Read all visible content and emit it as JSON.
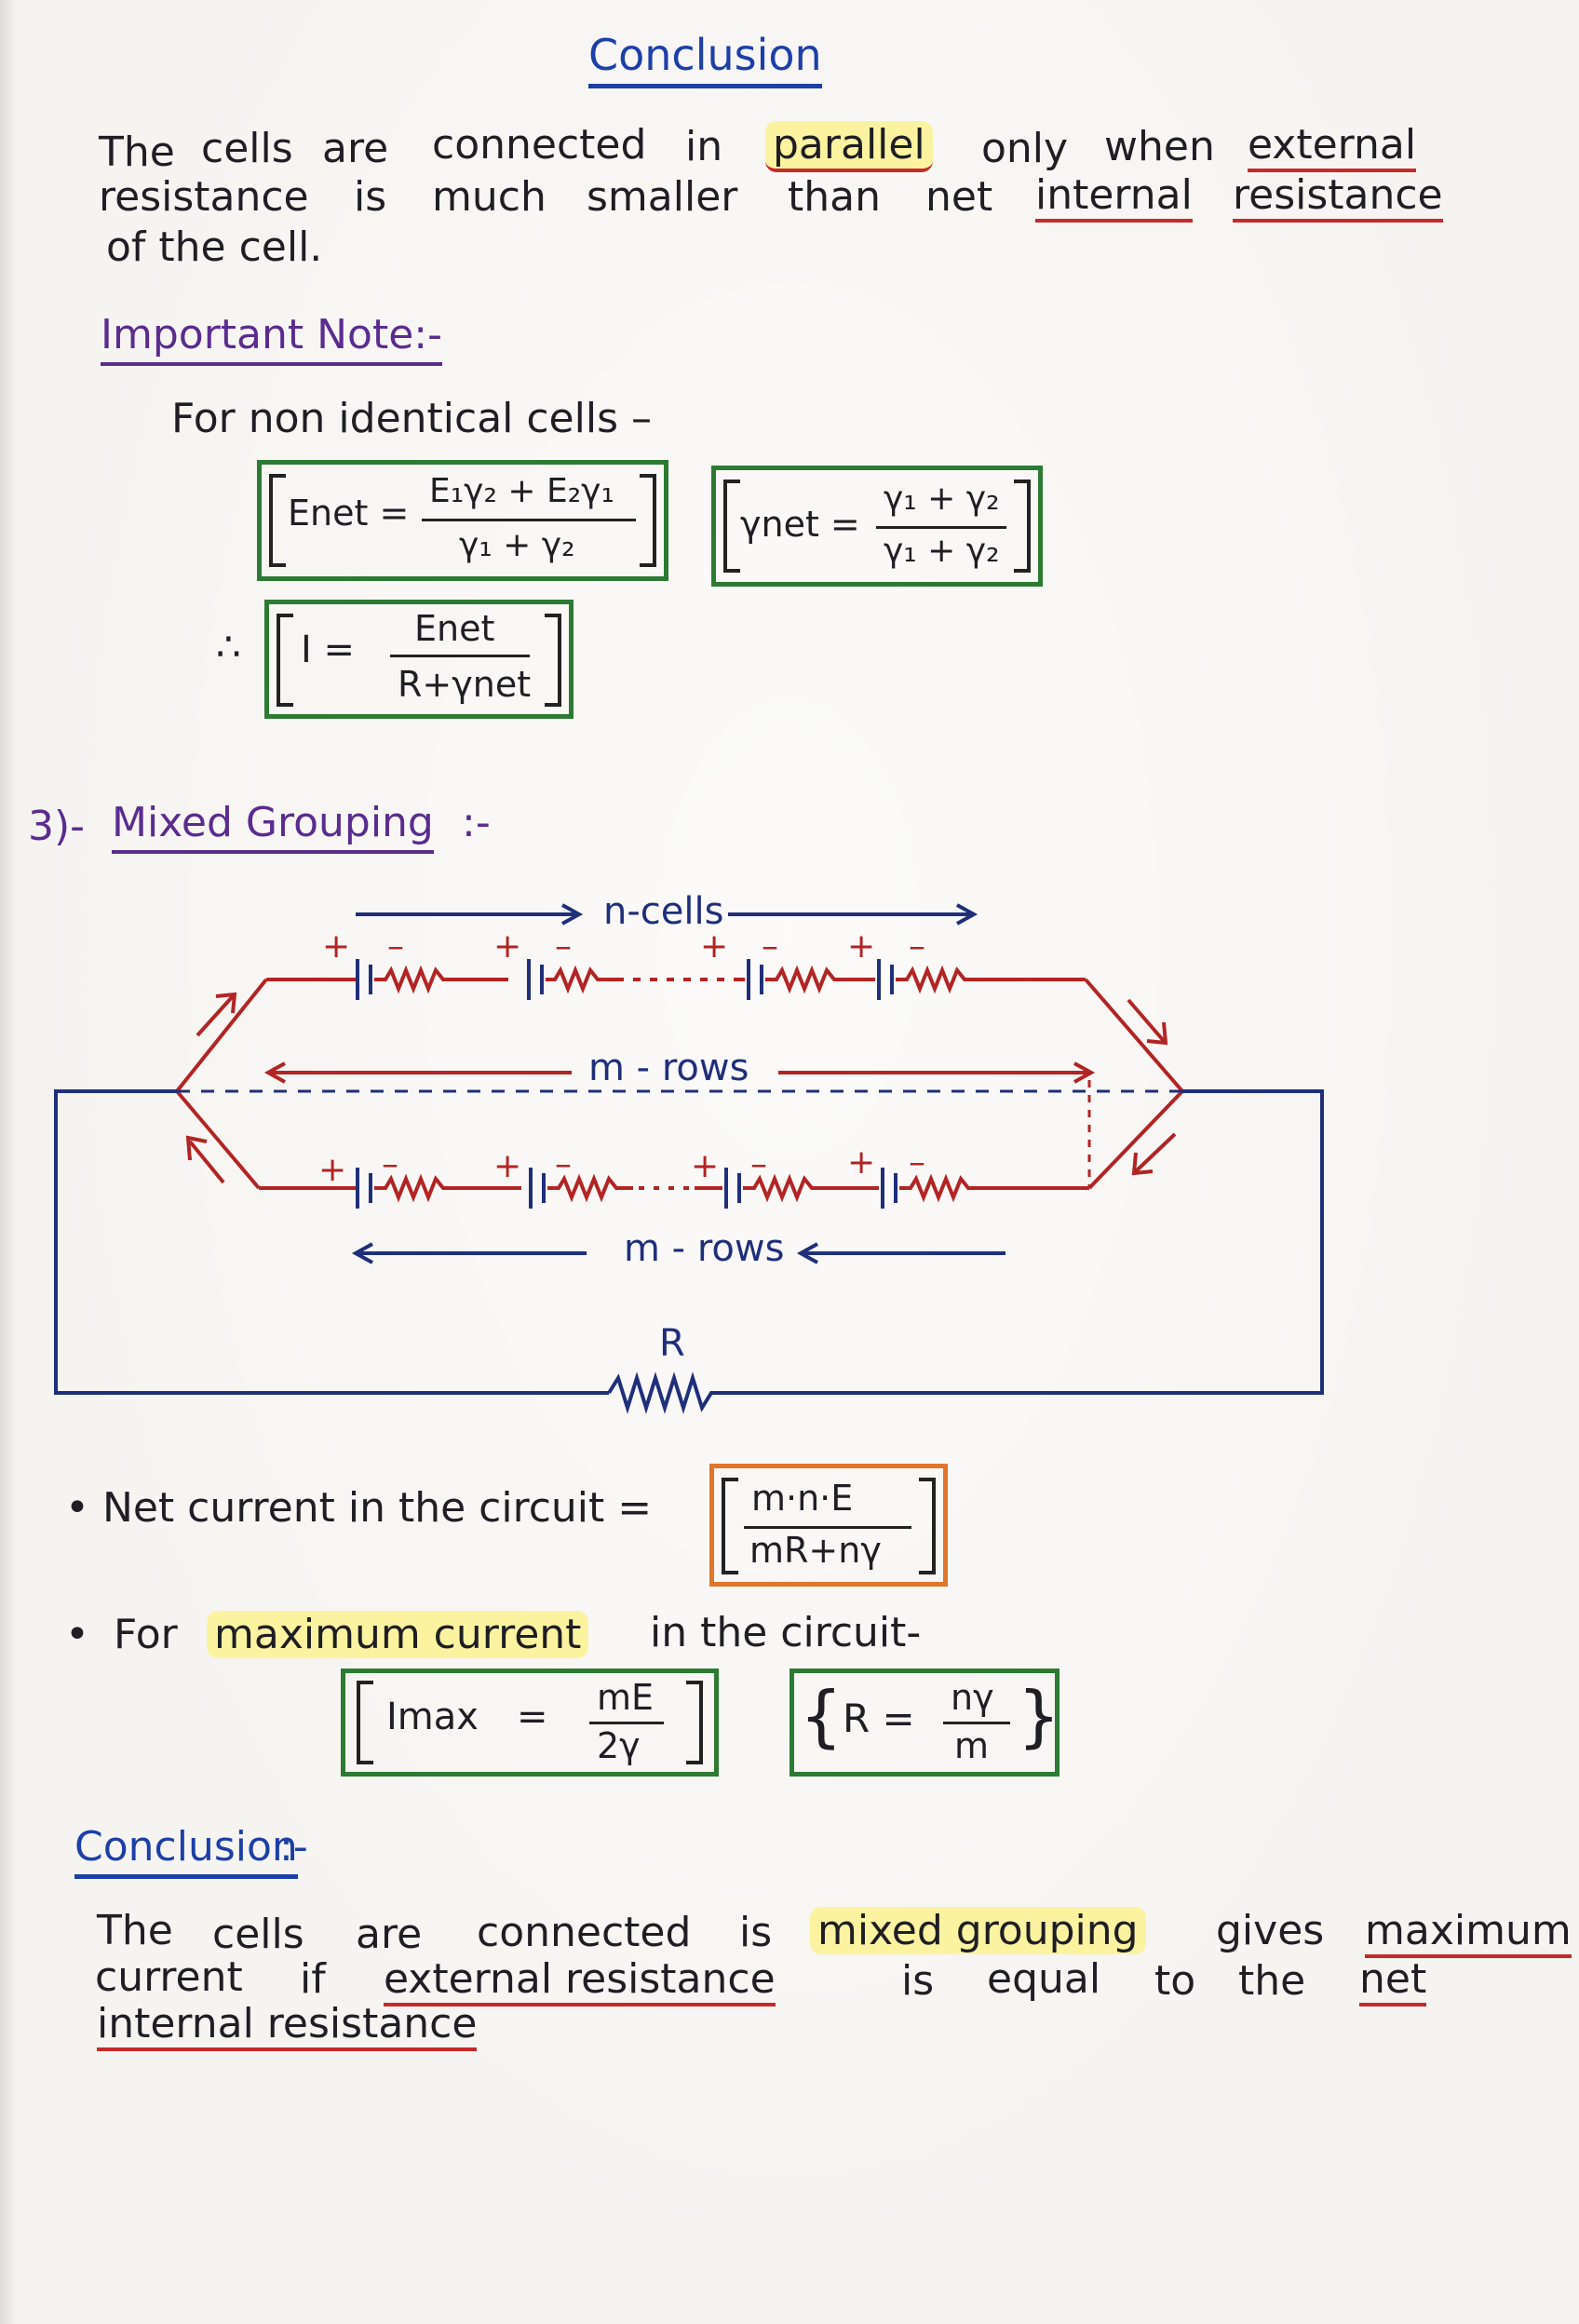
{
  "top_title": "Conclusion",
  "conclusion1": {
    "line1": {
      "w1": "The",
      "w2": "cells",
      "w3": "are",
      "w4": "connected",
      "w5": "in",
      "w6": "parallel",
      "w7": "only",
      "w8": "when",
      "w9": "external"
    },
    "line2": {
      "w1": "resistance",
      "w2": "is",
      "w3": "much",
      "w4": "smaller",
      "w5": "than",
      "w6": "net",
      "w7": "internal",
      "w8": "resistance"
    },
    "line3": "of  the  cell."
  },
  "important_note": "Important  Note:-",
  "non_identical": "For  non  identical  cells –",
  "formula_enet": {
    "lhs": "Enet =",
    "num": "E₁γ₂ + E₂γ₁",
    "den": "γ₁ + γ₂"
  },
  "formula_rnet": {
    "lhs": "γnet =",
    "num": "γ₁ + γ₂",
    "den": "γ₁ + γ₂"
  },
  "therefore": "∴",
  "formula_i": {
    "lhs": "I =",
    "num": "Enet",
    "den": "R+γnet"
  },
  "section3": {
    "num": "3)-",
    "title": "Mixed  Grouping",
    "suffix": ":-"
  },
  "diagram": {
    "n_cells": "n-cells",
    "m_rows_top": "m - rows",
    "m_rows_bottom": "m - rows",
    "resistor_label": "R",
    "plus": "+",
    "minus": "–",
    "dots": "- - - -",
    "dots2": "…"
  },
  "net_current": {
    "label": "• Net  current  in  the  circuit  =",
    "num": "m·n·E",
    "den": "mR+nγ"
  },
  "max_current": {
    "bullet": "•",
    "w1": "For",
    "hl": "maximum  current",
    "rest": "in  the  circuit-"
  },
  "formula_imax": {
    "lhs": "Imax",
    "eq": "=",
    "num": "mE",
    "den": "2γ"
  },
  "formula_r": {
    "open": "{",
    "lhs": "R =",
    "num": "nγ",
    "den": "m",
    "close": "}"
  },
  "conclusion2_title": "Conclusion",
  "conclusion2_suffix": ":-",
  "conclusion2": {
    "line1": {
      "w1": "The",
      "w2": "cells",
      "w3": "are",
      "w4": "connected",
      "w5": "is",
      "w6": "mixed  grouping",
      "w7": "gives",
      "w8": "maximum"
    },
    "line2": {
      "w1": "current",
      "w2": "if",
      "w3": "external  resistance",
      "w4": "is",
      "w5": "equal",
      "w6": "to",
      "w7": "the",
      "w8": "net"
    },
    "line3": "internal  resistance"
  },
  "colors": {
    "blue": "#1c3fa8",
    "red": "#c62a2a",
    "green": "#2d7a32",
    "orange": "#e0752b",
    "purple": "#5b2c8f",
    "highlight": "#fbf3a0"
  }
}
